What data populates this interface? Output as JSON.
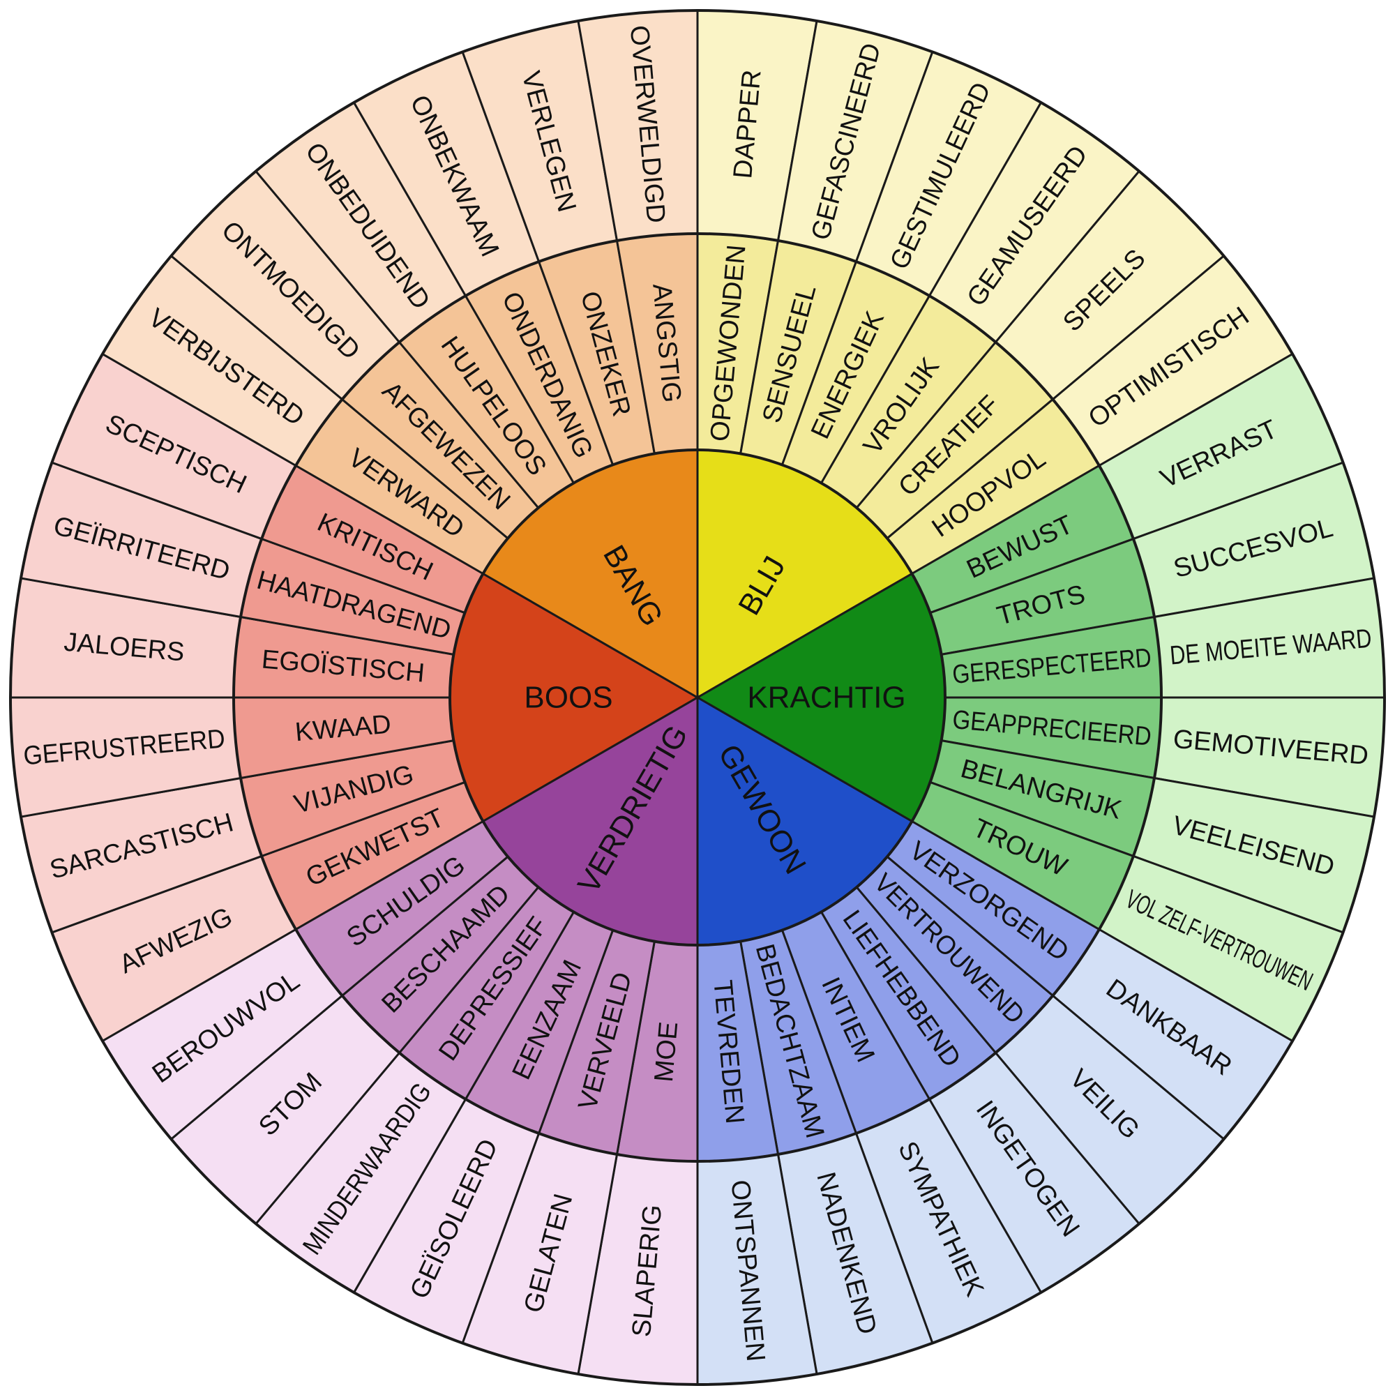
{
  "wheel": {
    "emotions": [
      {
        "name": "BOOS",
        "colors": {
          "center": "#d4431a",
          "middle": "#ef9a90",
          "outer": "#f9d2cf"
        },
        "middle": [
          "GEKWETST",
          "VIJANDIG",
          "KWAAD",
          "EGOÏSTISCH",
          "HAATDRAGEND",
          "KRITISCH"
        ],
        "outer": [
          "AFWEZIG",
          "SARCASTISCH",
          "GEFRUSTREERD",
          "JALOERS",
          "GEÏRRITEERD",
          "SCEPTISCH"
        ]
      },
      {
        "name": "BANG",
        "colors": {
          "center": "#e8891a",
          "middle": "#f4c497",
          "outer": "#fbdfc8"
        },
        "middle": [
          "VERWARD",
          "AFGEWEZEN",
          "HULPELOOS",
          "ONDERDANIG",
          "ONZEKER",
          "ANGSTIG"
        ],
        "outer": [
          "VERBIJSTERD",
          "ONTMOEDIGD",
          "ONBEDUIDEND",
          "ONBEKWAAM",
          "VERLEGEN",
          "OVERWELDIGD"
        ]
      },
      {
        "name": "BLIJ",
        "colors": {
          "center": "#e6de18",
          "middle": "#f3eb9b",
          "outer": "#faf4c6"
        },
        "middle": [
          "OPGEWONDEN",
          "SENSUEEL",
          "ENERGIEK",
          "VROLIJK",
          "CREATIEF",
          "HOOPVOL"
        ],
        "outer": [
          "DAPPER",
          "GEFASCINEERD",
          "GESTIMULEERD",
          "GEAMUSEERD",
          "SPEELS",
          "OPTIMISTISCH"
        ]
      },
      {
        "name": "KRACHTIG",
        "colors": {
          "center": "#118a16",
          "middle": "#7ccb7e",
          "outer": "#d2f3c8"
        },
        "middle": [
          "BEWUST",
          "TROTS",
          "GERESPECTEERD",
          "GEAPPRECIEERD",
          "BELANGRIJK",
          "TROUW"
        ],
        "outer": [
          "VERRAST",
          "SUCCESVOL",
          "DE MOEITE WAARD",
          "GEMOTIVEERD",
          "VEELEISEND",
          "VOL ZELF-VERTROUWEN"
        ]
      },
      {
        "name": "GEWOON",
        "colors": {
          "center": "#1f4fc9",
          "middle": "#8f9fea",
          "outer": "#d3e0f6"
        },
        "middle": [
          "VERZORGEND",
          "VERTROUWEND",
          "LIEFHEBBEND",
          "INTIEM",
          "BEDACHTZAAM",
          "TEVREDEN"
        ],
        "outer": [
          "DANKBAAR",
          "VEILIG",
          "INGETOGEN",
          "SYMPATHIEK",
          "NADENKEND",
          "ONTSPANNEN"
        ]
      },
      {
        "name": "VERDRIETIG",
        "colors": {
          "center": "#96449b",
          "middle": "#c58dc4",
          "outer": "#f5dff3"
        },
        "middle": [
          "MOE",
          "VERVEELD",
          "EENZAAM",
          "DEPRESSIEF",
          "BESCHAAMD",
          "SCHULDIG"
        ],
        "outer": [
          "SLAPERIG",
          "GELATEN",
          "GEÏSOLEERD",
          "MINDERWAARDIG",
          "STOM",
          "BEROUWVOL"
        ]
      }
    ]
  }
}
